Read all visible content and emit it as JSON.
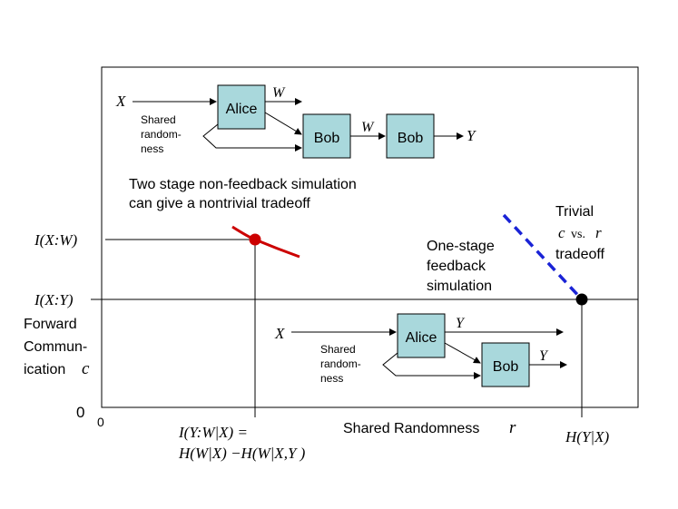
{
  "colors": {
    "box_fill": "#a9d8dc",
    "curve_red": "#cc0000",
    "dash_blue": "#1a23d6",
    "point_black": "#000000"
  },
  "top_diagram": {
    "input": "X",
    "alice": "Alice",
    "w_out": "W",
    "shared": [
      "Shared",
      "random-",
      "ness"
    ],
    "bob1": "Bob",
    "w_mid": "W",
    "bob2": "Bob",
    "output": "Y"
  },
  "two_stage_caption": [
    "Two stage non-feedback simulation",
    "can give a nontrivial tradeoff"
  ],
  "y_labels": {
    "ixw": "I(X:W)",
    "ixy": "I(X:Y)",
    "zero": "0"
  },
  "y_axis_title": [
    "Forward",
    "Commun-",
    "ication"
  ],
  "y_axis_symbol": "c",
  "x_labels": {
    "zero": "0",
    "iyw_line1": "I(Y:W|X) =",
    "iyw_line2": "H(W|X) −H(W|X,Y )",
    "hyx": "H(Y|X)"
  },
  "x_axis_title": "Shared Randomness",
  "x_axis_symbol": "r",
  "one_stage": [
    "One-stage",
    "feedback",
    "simulation"
  ],
  "trivial": {
    "line1": "Trivial",
    "c": "c",
    "vs": "vs.",
    "r": "r",
    "line3": "tradeoff"
  },
  "bottom_diagram": {
    "input": "X",
    "alice": "Alice",
    "y_top": "Y",
    "shared": [
      "Shared",
      "random-",
      "ness"
    ],
    "bob": "Bob",
    "y_out": "Y"
  }
}
